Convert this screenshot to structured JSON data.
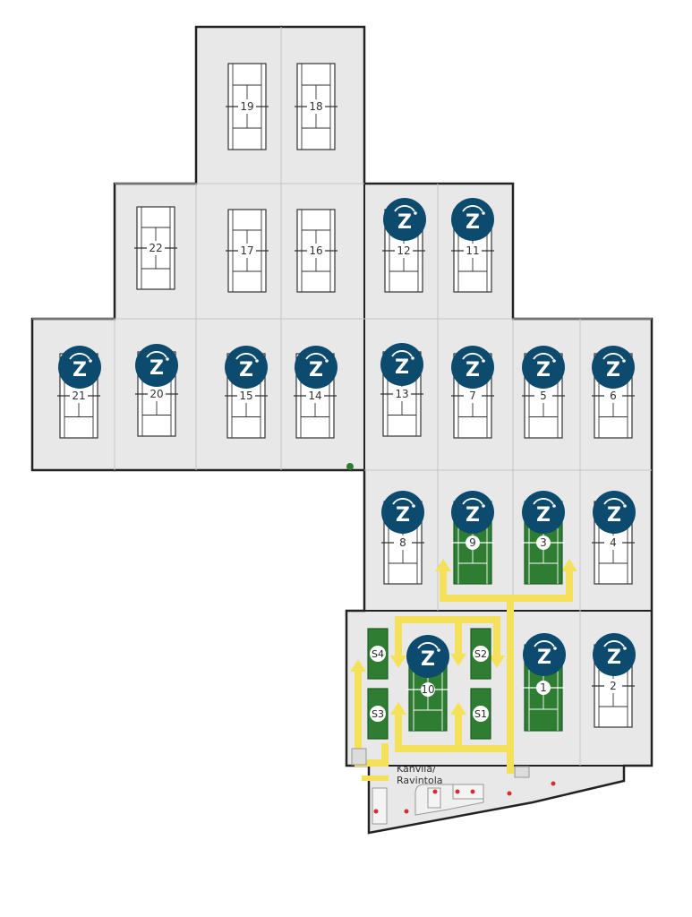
{
  "map": {
    "cafe_label_line1": "Kahvila/",
    "cafe_label_line2": "Ravintola",
    "icon_letter": "Z",
    "colors": {
      "floor": "#e8e8e8",
      "wall": "#222222",
      "court_green": "#2e7d32",
      "path_yellow": "#f5e05a",
      "icon_blue": "#0c4a6e"
    },
    "courts": [
      {
        "label": "19",
        "type": "white",
        "has_icon": false
      },
      {
        "label": "18",
        "type": "white",
        "has_icon": false
      },
      {
        "label": "22",
        "type": "white",
        "has_icon": false
      },
      {
        "label": "17",
        "type": "white",
        "has_icon": false
      },
      {
        "label": "16",
        "type": "white",
        "has_icon": false
      },
      {
        "label": "12",
        "type": "white",
        "has_icon": true
      },
      {
        "label": "11",
        "type": "white",
        "has_icon": true
      },
      {
        "label": "21",
        "type": "white",
        "has_icon": true
      },
      {
        "label": "20",
        "type": "white",
        "has_icon": true
      },
      {
        "label": "15",
        "type": "white",
        "has_icon": true
      },
      {
        "label": "14",
        "type": "white",
        "has_icon": true
      },
      {
        "label": "13",
        "type": "white",
        "has_icon": true
      },
      {
        "label": "7",
        "type": "white",
        "has_icon": true
      },
      {
        "label": "5",
        "type": "white",
        "has_icon": true
      },
      {
        "label": "6",
        "type": "white",
        "has_icon": true
      },
      {
        "label": "8",
        "type": "white",
        "has_icon": true
      },
      {
        "label": "9",
        "type": "green",
        "has_icon": true
      },
      {
        "label": "3",
        "type": "green",
        "has_icon": true
      },
      {
        "label": "4",
        "type": "white",
        "has_icon": true
      },
      {
        "label": "10",
        "type": "green",
        "has_icon": true
      },
      {
        "label": "1",
        "type": "green",
        "has_icon": true
      },
      {
        "label": "2",
        "type": "white",
        "has_icon": true
      },
      {
        "label": "S4",
        "type": "small-green",
        "has_icon": false
      },
      {
        "label": "S3",
        "type": "small-green",
        "has_icon": false
      },
      {
        "label": "S2",
        "type": "small-green",
        "has_icon": false
      },
      {
        "label": "S1",
        "type": "small-green",
        "has_icon": false
      }
    ]
  }
}
